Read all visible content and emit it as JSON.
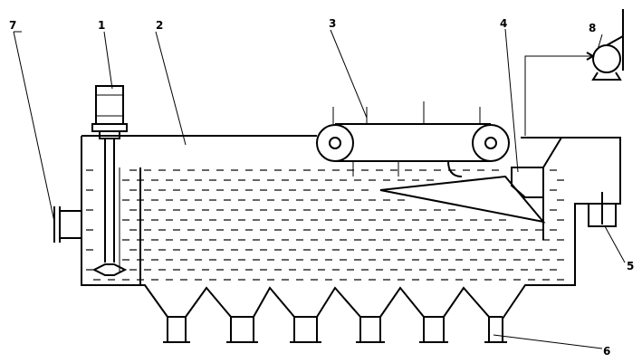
{
  "diagram": {
    "labels": [
      {
        "id": "label-7",
        "text": "7"
      },
      {
        "id": "label-1",
        "text": "1"
      },
      {
        "id": "label-2",
        "text": "2"
      },
      {
        "id": "label-3",
        "text": "3"
      },
      {
        "id": "label-4",
        "text": "4"
      },
      {
        "id": "label-8",
        "text": "8"
      },
      {
        "id": "label-5",
        "text": "5"
      },
      {
        "id": "label-6",
        "text": "6"
      }
    ],
    "colors": {
      "line": "#000000",
      "background": "#ffffff"
    }
  }
}
